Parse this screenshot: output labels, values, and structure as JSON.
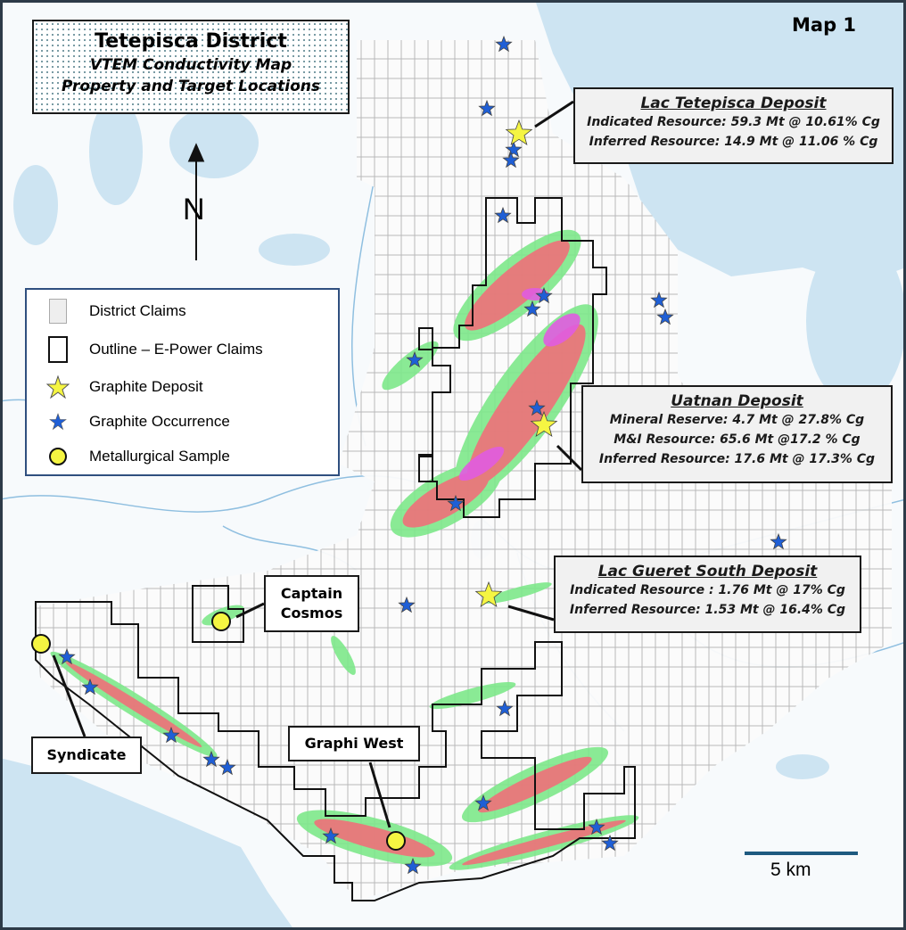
{
  "title": {
    "line1": "Tetepisca District",
    "line2": "VTEM Conductivity Map",
    "line3": "Property and Target Locations"
  },
  "map_label": "Map 1",
  "north_label": "N",
  "scale_label": "5 km",
  "legend": {
    "items": [
      {
        "label": "District Claims"
      },
      {
        "label": "Outline – E-Power Claims"
      },
      {
        "label": "Graphite Deposit"
      },
      {
        "label": "Graphite Occurrence"
      },
      {
        "label": "Metallurgical Sample"
      }
    ]
  },
  "deposits": [
    {
      "name": "Lac Tetepisca Deposit",
      "lines": [
        "Indicated Resource: 59.3 Mt @ 10.61% Cg",
        "Inferred Resource: 14.9 Mt @ 11.06 % Cg"
      ]
    },
    {
      "name": "Uatnan Deposit",
      "lines": [
        "Mineral Reserve: 4.7 Mt @ 27.8% Cg",
        "M&I Resource: 65.6 Mt @17.2 % Cg",
        "Inferred Resource: 17.6 Mt @ 17.3% Cg"
      ]
    },
    {
      "name": "Lac Gueret South Deposit",
      "lines": [
        "Indicated Resource : 1.76 Mt @ 17% Cg",
        "Inferred Resource: 1.53 Mt @ 16.4% Cg"
      ]
    }
  ],
  "samples": [
    {
      "line1": "Captain",
      "line2": "Cosmos"
    },
    {
      "line1": "Syndicate"
    },
    {
      "line1": "Graphi West"
    }
  ],
  "colors": {
    "lake": "#cde4f2",
    "river": "#8fbfe0",
    "claims_grid": "#b5b5b5",
    "outline": "#111111",
    "anomaly_red": "#f0707a",
    "anomaly_pink": "#e05ce0",
    "anomaly_green": "#7de88a",
    "occurrence": "#1f5fd6",
    "deposit": "#f5f542"
  }
}
